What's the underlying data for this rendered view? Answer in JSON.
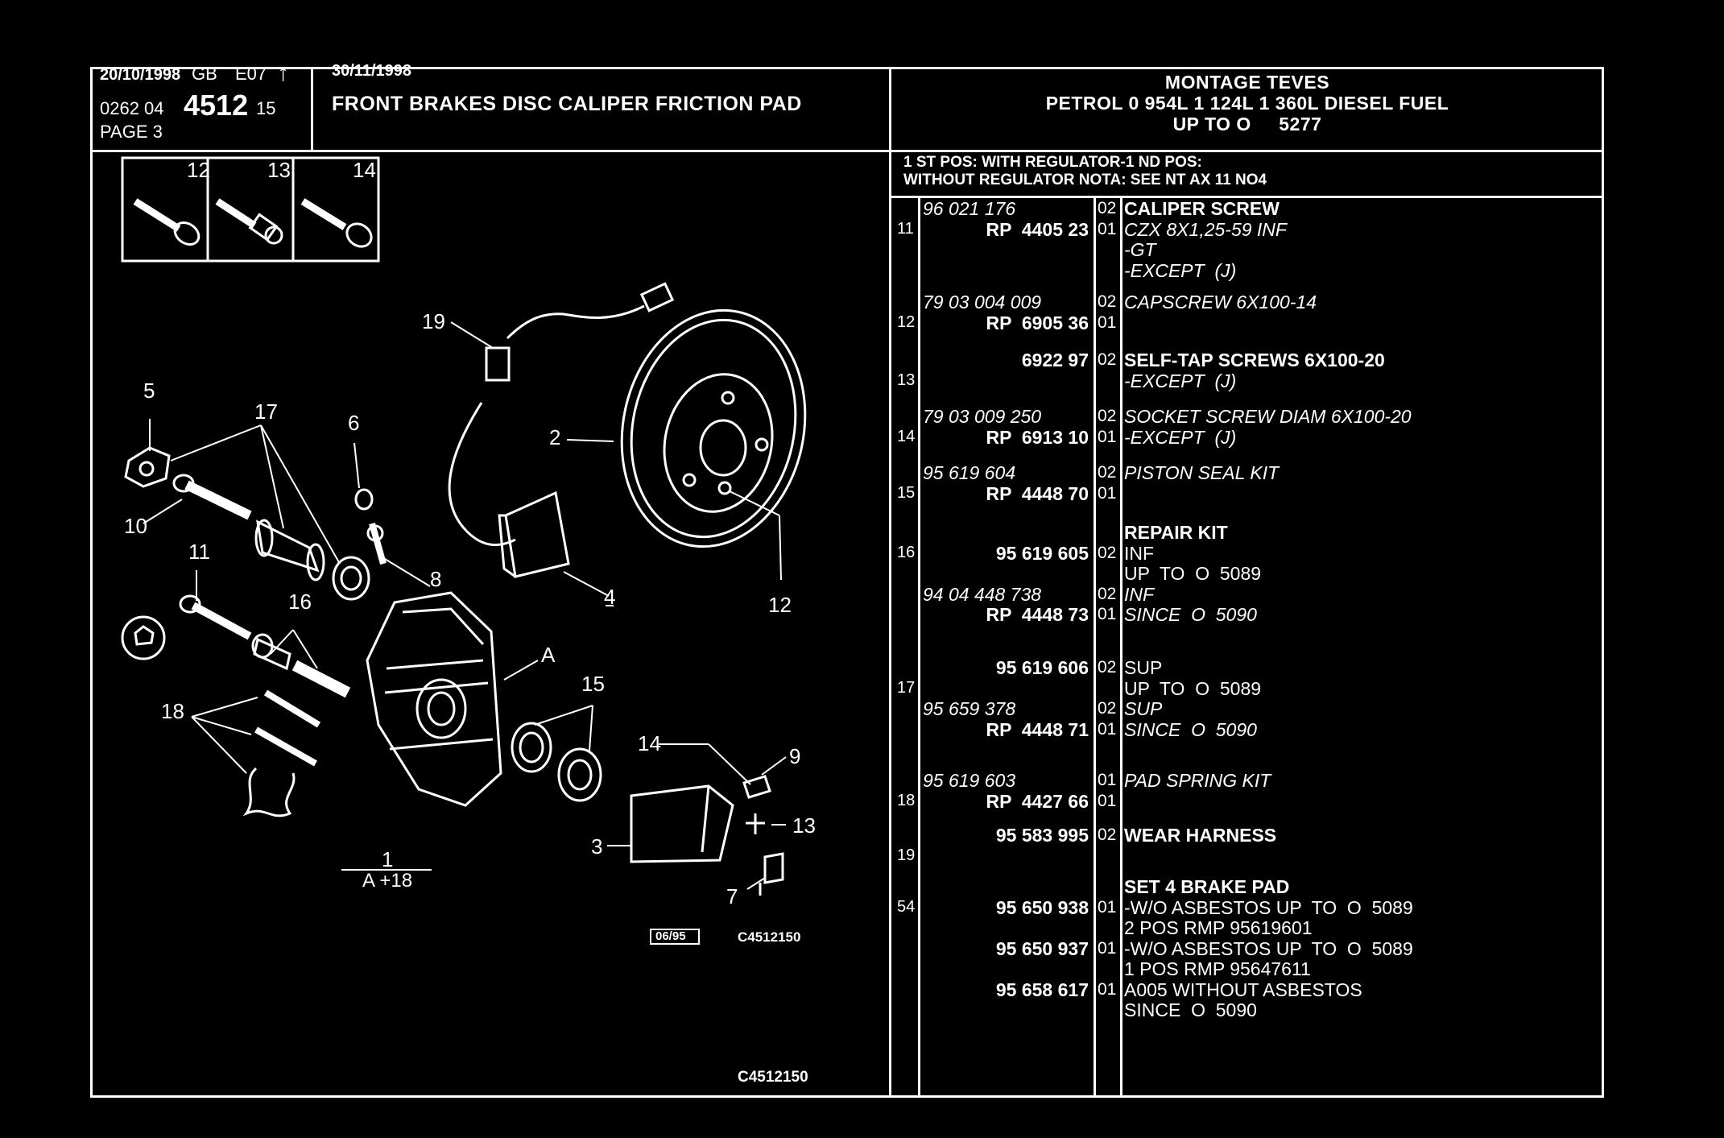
{
  "header": {
    "date_left": "20/10/1998",
    "lang": "GB",
    "edition": "E07",
    "doc_prefix": "0262 04",
    "doc_number": "4512",
    "doc_suffix": "15",
    "page": "PAGE 3",
    "date_title": "30/11/1998",
    "title": "FRONT BRAKES DISC CALIPER FRICTION PAD"
  },
  "right_header": {
    "line1": "MONTAGE TEVES",
    "line2": "PETROL 0 954L 1 124L 1 360L DIESEL FUEL",
    "line3": "UP TO O     5277",
    "note1": "1 ST POS: WITH REGULATOR-1 ND POS:",
    "note2": "WITHOUT REGULATOR NOTA: SEE NT AX 11 NO4"
  },
  "diagram": {
    "callouts": [
      "12",
      "13",
      "14",
      "19",
      "2",
      "5",
      "17",
      "6",
      "10",
      "8",
      "4",
      "12",
      "11",
      "16",
      "A",
      "15",
      "18",
      "14",
      "9",
      "13",
      "3",
      "7",
      "1",
      "A +18"
    ],
    "stamp": "06/95",
    "ref_small": "C4512150",
    "ref_bottom": "C4512150"
  },
  "parts": [
    {
      "ref": "11",
      "lines": [
        {
          "pn": "96 021 176",
          "pn_italic": true,
          "qty": "02",
          "desc": "CALIPER SCREW",
          "desc_bold": true
        },
        {
          "pn": "RP  4405 23",
          "pn_right": true,
          "qty": "01",
          "desc": "CZX 8X1,25-59 INF",
          "desc_italic": true
        },
        {
          "pn": "",
          "qty": "",
          "desc": "-GT",
          "desc_italic": true
        },
        {
          "pn": "",
          "qty": "",
          "desc": "-EXCEPT  (J)",
          "desc_italic": true
        }
      ]
    },
    {
      "ref": "12",
      "lines": [
        {
          "pn": "79 03 004 009",
          "pn_italic": true,
          "qty": "02",
          "desc": "CAPSCREW 6X100-14",
          "desc_italic": true
        },
        {
          "pn": "RP  6905 36",
          "pn_right": true,
          "qty": "01",
          "desc": ""
        }
      ]
    },
    {
      "ref": "13",
      "lines": [
        {
          "pn": "6922 97",
          "pn_right": true,
          "qty": "02",
          "desc": "SELF-TAP SCREWS 6X100-20",
          "desc_bold": true
        },
        {
          "pn": "",
          "qty": "",
          "desc": "-EXCEPT  (J)",
          "desc_italic": true
        }
      ]
    },
    {
      "ref": "14",
      "lines": [
        {
          "pn": "79 03 009 250",
          "pn_italic": true,
          "qty": "02",
          "desc": "SOCKET SCREW DIAM 6X100-20",
          "desc_italic": true
        },
        {
          "pn": "RP  6913 10",
          "pn_right": true,
          "qty": "01",
          "desc": "-EXCEPT  (J)",
          "desc_italic": true
        }
      ]
    },
    {
      "ref": "15",
      "lines": [
        {
          "pn": "95 619 604",
          "pn_italic": true,
          "qty": "02",
          "desc": "PISTON SEAL KIT",
          "desc_italic": true
        },
        {
          "pn": "RP  4448 70",
          "pn_right": true,
          "qty": "01",
          "desc": ""
        }
      ]
    },
    {
      "ref": "16",
      "lines": [
        {
          "pn": "",
          "qty": "",
          "desc": "REPAIR KIT",
          "desc_bold": true
        },
        {
          "pn": "95 619 605",
          "pn_right": true,
          "qty": "02",
          "desc": "INF"
        },
        {
          "pn": "",
          "qty": "",
          "desc": "UP  TO  O  5089"
        },
        {
          "pn": "94 04 448 738",
          "pn_italic": true,
          "qty": "02",
          "desc": "INF",
          "desc_italic": true
        },
        {
          "pn": "RP  4448 73",
          "pn_right": true,
          "qty": "01",
          "desc": "SINCE  O  5090",
          "desc_italic": true
        }
      ]
    },
    {
      "ref": "17",
      "lines": [
        {
          "pn": "95 619 606",
          "pn_right": true,
          "qty": "02",
          "desc": "SUP"
        },
        {
          "pn": "",
          "qty": "",
          "desc": "UP  TO  O  5089"
        },
        {
          "pn": "95 659 378",
          "pn_italic": true,
          "qty": "02",
          "desc": "SUP",
          "desc_italic": true
        },
        {
          "pn": "RP  4448 71",
          "pn_right": true,
          "qty": "01",
          "desc": "SINCE  O  5090",
          "desc_italic": true
        }
      ]
    },
    {
      "ref": "18",
      "lines": [
        {
          "pn": "95 619 603",
          "pn_italic": true,
          "qty": "01",
          "desc": "PAD SPRING KIT",
          "desc_italic": true
        },
        {
          "pn": "RP  4427 66",
          "pn_right": true,
          "qty": "01",
          "desc": ""
        }
      ]
    },
    {
      "ref": "19",
      "lines": [
        {
          "pn": "95 583 995",
          "pn_right": true,
          "qty": "02",
          "desc": "WEAR HARNESS",
          "desc_bold": true
        }
      ]
    },
    {
      "ref": "54",
      "lines": [
        {
          "pn": "",
          "qty": "",
          "desc": "SET 4 BRAKE PAD",
          "desc_bold": true
        },
        {
          "pn": "95 650 938",
          "pn_right": true,
          "qty": "01",
          "desc": "-W/O ASBESTOS UP  TO  O  5089"
        },
        {
          "pn": "",
          "qty": "",
          "desc": "2 POS RMP 95619601"
        },
        {
          "pn": "95 650 937",
          "pn_right": true,
          "qty": "01",
          "desc": "-W/O ASBESTOS UP  TO  O  5089"
        },
        {
          "pn": "",
          "qty": "",
          "desc": "1 POS RMP 95647611"
        },
        {
          "pn": "95 658 617",
          "pn_right": true,
          "qty": "01",
          "desc": "A005 WITHOUT ASBESTOS"
        },
        {
          "pn": "",
          "qty": "",
          "desc": "SINCE  O  5090"
        }
      ]
    }
  ]
}
